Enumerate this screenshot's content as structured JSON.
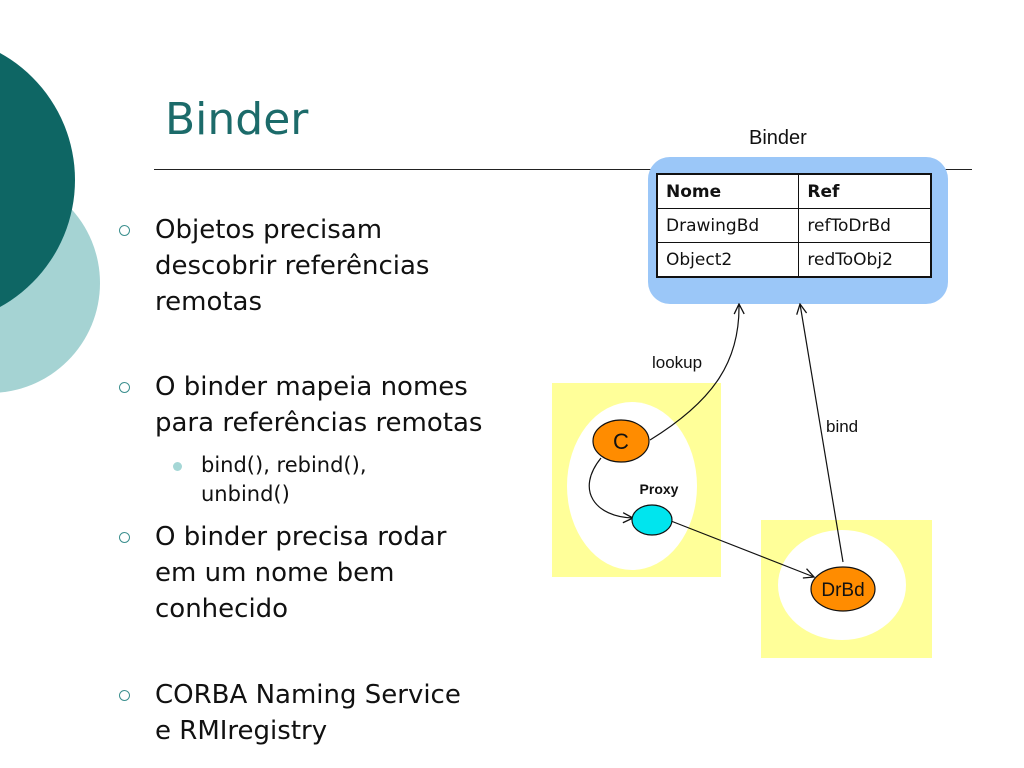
{
  "slide": {
    "title": "Binder",
    "colors": {
      "title": "#1c6b6a",
      "dark_teal_circle": "#0e6664",
      "light_teal_circle": "#a5d3d3",
      "bullet_marker": "#3b8f8e",
      "binder_box": "#9bc7f8",
      "process_box": "#ffff99",
      "client_node": "#ff8c00",
      "proxy_node": "#00e5ee"
    }
  },
  "bullets": [
    {
      "lines": [
        "Objetos precisam",
        "descobrir referências",
        "remotas"
      ]
    },
    {
      "lines": [
        "O binder mapeia nomes",
        "para referências remotas"
      ]
    },
    {
      "lines": [
        "O binder precisa rodar",
        "em um nome bem",
        "conhecido"
      ]
    },
    {
      "lines": [
        "CORBA Naming Service",
        "e RMIregistry"
      ]
    }
  ],
  "sub_bullets": [
    {
      "lines": [
        "bind(), rebind(),",
        "unbind()"
      ]
    }
  ],
  "diagram": {
    "binder_label": "Binder",
    "table": {
      "headers": [
        "Nome",
        "Ref"
      ],
      "rows": [
        [
          "DrawingBd",
          "refToDrBd"
        ],
        [
          "Object2",
          "redToObj2"
        ]
      ]
    },
    "nodes": {
      "client": "C",
      "proxy": "Proxy",
      "server": "DrBd"
    },
    "edges": {
      "lookup": "lookup",
      "bind": "bind"
    }
  }
}
